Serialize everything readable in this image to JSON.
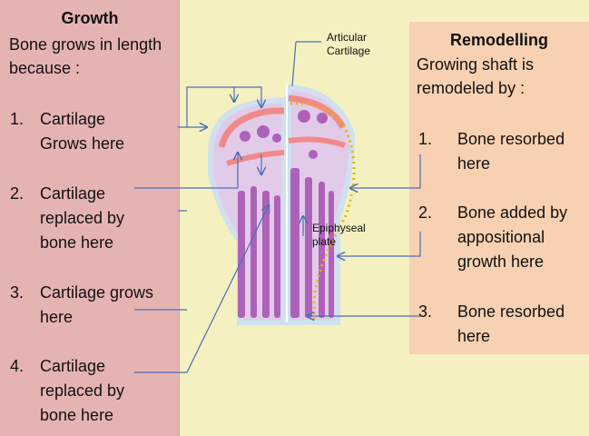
{
  "growth": {
    "title": "Growth",
    "intro": "Bone grows in length because :",
    "items": [
      {
        "num": "1.",
        "text": "Cartilage\nGrows here"
      },
      {
        "num": "2.",
        "text": "Cartilage\nreplaced by\nbone here"
      },
      {
        "num": "3.",
        "text": "Cartilage grows\nhere"
      },
      {
        "num": "4.",
        "text": "Cartilage\nreplaced by\nbone here"
      }
    ]
  },
  "remodelling": {
    "title": "Remodelling",
    "intro": "Growing shaft is remodeled by :",
    "items": [
      {
        "num": "1.",
        "text": "Bone resorbed\nhere"
      },
      {
        "num": "2.",
        "text": "Bone added by\nappositional\ngrowth here"
      },
      {
        "num": "3.",
        "text": "Bone resorbed\nhere"
      }
    ]
  },
  "labels": {
    "articular": "Articular\nCartilage",
    "epiphyseal": "Epiphyseal\nplate"
  },
  "colors": {
    "arrow": "#4a6fb5",
    "dotted": "#e8b400",
    "cartilage": "#f08a8a",
    "bone": "#b05ab8"
  }
}
